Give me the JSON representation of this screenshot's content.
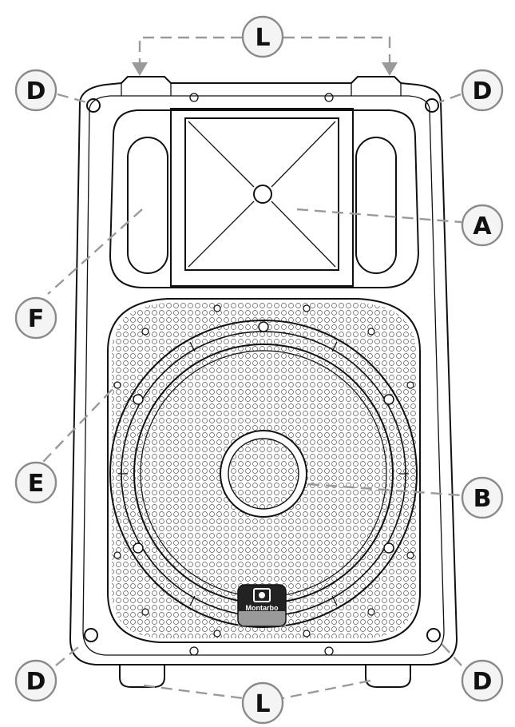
{
  "callouts": {
    "tweeter_horn": "A",
    "woofer": "B",
    "rigging_point": "D",
    "grille": "E",
    "bass_port": "F",
    "handle_foot": "L"
  },
  "logo": {
    "brand": "Montarbo"
  },
  "colors": {
    "line": "#111111",
    "leader": "#9a9a9a",
    "circle_fill": "#f4f4f4",
    "logo_bg": "#222222",
    "logo_stripe": "#9a9a9a"
  }
}
